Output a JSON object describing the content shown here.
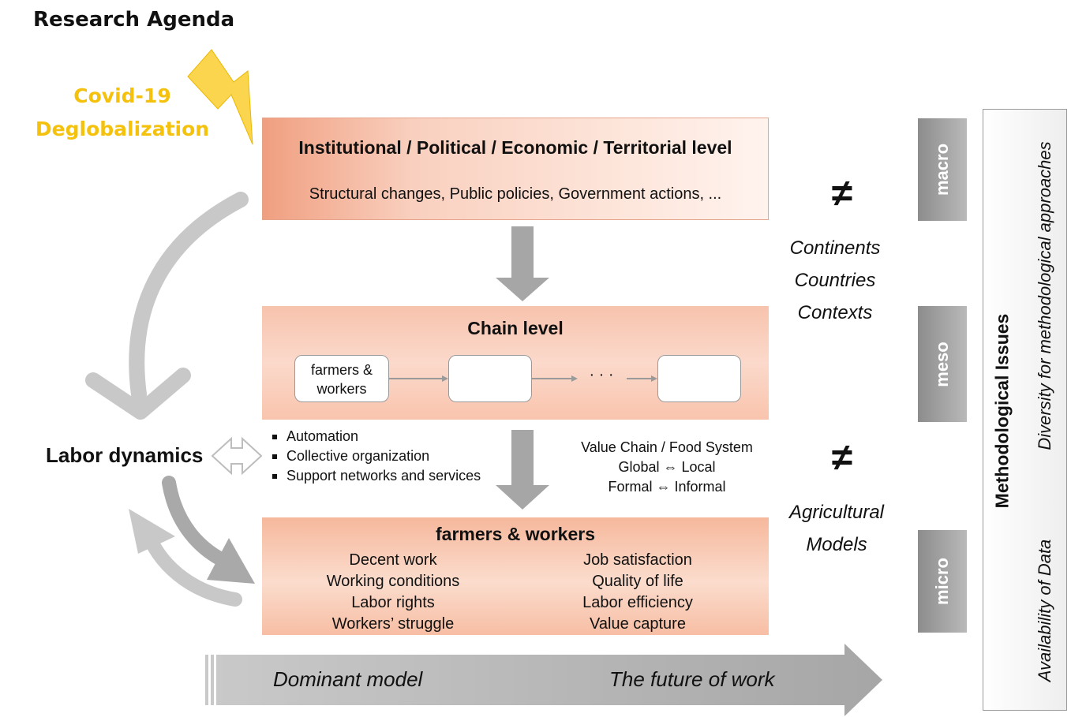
{
  "header": {
    "title": "Research Agenda"
  },
  "trigger": {
    "line1": "Covid-19",
    "line2": "Deglobalization"
  },
  "macro": {
    "title": "Institutional / Political / Economic / Territorial level",
    "subtitle": "Structural changes, Public policies, Government actions, ..."
  },
  "meso": {
    "title": "Chain level",
    "nodes": [
      "farmers &",
      "workers"
    ],
    "ellipsis": "· · ·"
  },
  "micro": {
    "title": "farmers & workers",
    "left_items": [
      "Decent work",
      "Working conditions",
      "Labor rights",
      "Workers’ struggle"
    ],
    "right_items": [
      "Job satisfaction",
      "Quality of life",
      "Labor efficiency",
      "Value capture"
    ]
  },
  "labor": {
    "label": "Labor dynamics",
    "bullets": [
      "Automation",
      "Collective organization",
      "Support networks and services"
    ]
  },
  "value_chain": {
    "lines": [
      "Value Chain / Food System",
      "Global ⇔ Local",
      "Formal ⇔ Informal"
    ]
  },
  "contexts": {
    "neq": "≠",
    "first": [
      "Continents",
      "Countries",
      "Contexts"
    ],
    "second": [
      "Agricultural",
      "Models"
    ]
  },
  "levels": [
    "macro",
    "meso",
    "micro"
  ],
  "methodology": {
    "title": "Methodological Issues",
    "diversity": "Diversity  for methodological approaches",
    "availability": "Availability of Data"
  },
  "bottom_arrow": {
    "left": "Dominant model",
    "right": "The future of work"
  },
  "colors": {
    "accent": "#f4c20d",
    "box": "#f7b99d",
    "arrow": "#a6a6a6",
    "tab": "#9e9e9e"
  }
}
